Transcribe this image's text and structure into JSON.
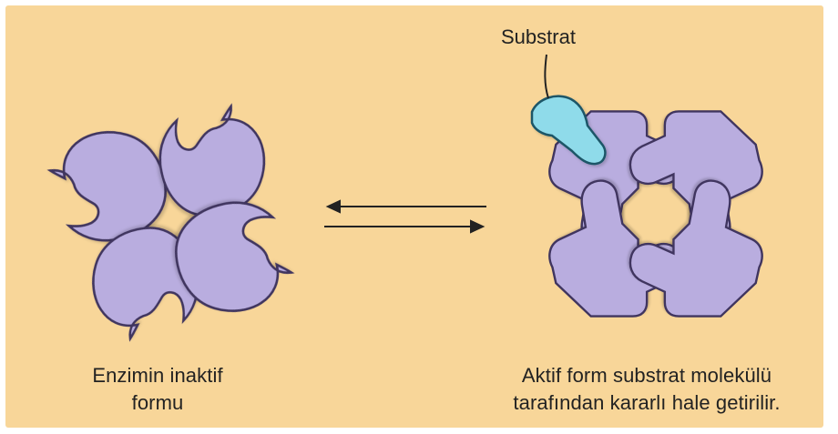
{
  "labels": {
    "substrate": "Substrat",
    "inactive_caption": {
      "line1": "Enzimin inaktif",
      "line2": "formu"
    },
    "active_caption": {
      "line1": "Aktif form substrat molekülü",
      "line2": "tarafından  kararlı hale getirilir."
    }
  },
  "colors": {
    "background": "#f8d699",
    "subunit_fill": "#b9addf",
    "subunit_stroke": "#3f355f",
    "substrate_fill": "#8fdbea",
    "arrow": "#222222"
  }
}
